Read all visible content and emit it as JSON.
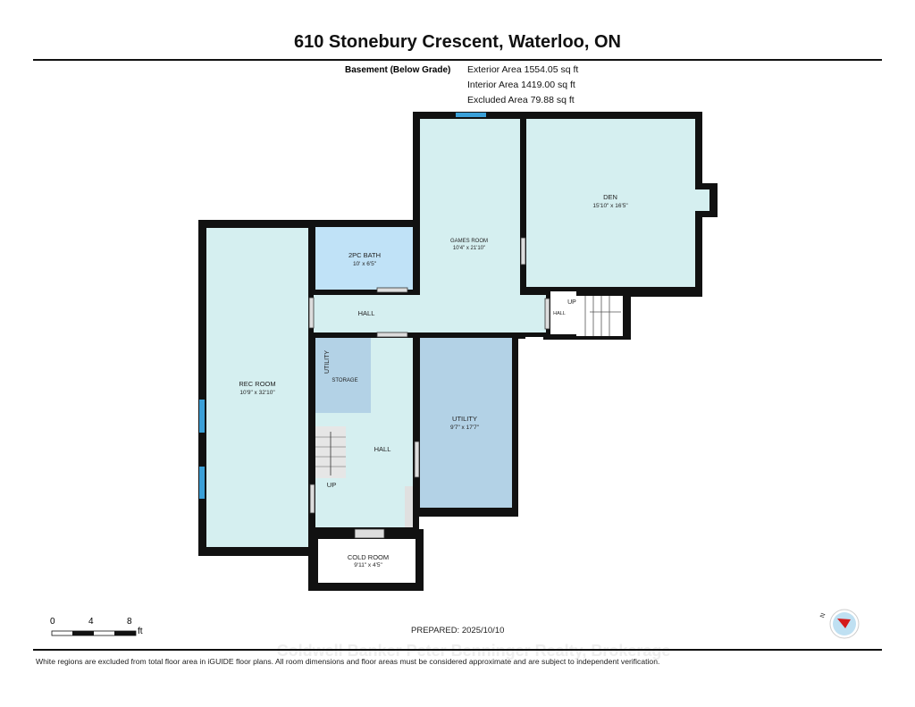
{
  "title": "610 Stonebury Crescent, Waterloo, ON",
  "floor": {
    "name": "Basement (Below Grade)",
    "exterior_area": "Exterior Area 1554.05 sq ft",
    "interior_area": "Interior Area 1419.00 sq ft",
    "excluded_area": "Excluded Area 79.88 sq ft"
  },
  "rooms": {
    "rec_room": {
      "name": "REC ROOM",
      "dims": "10'9\" x 32'10\""
    },
    "bath": {
      "name": "2PC BATH",
      "dims": "10' x 6'5\""
    },
    "games_room": {
      "name": "GAMES ROOM",
      "dims": "10'4\" x 21'10\""
    },
    "den": {
      "name": "DEN",
      "dims": "15'10\" x 16'5\""
    },
    "hall_main": {
      "name": "HALL"
    },
    "hall_small": {
      "name": "HALL"
    },
    "stairs_up_right": {
      "name": "UP"
    },
    "utility_storage": {
      "name": "UTILITY",
      "sub": "STORAGE"
    },
    "hall_lower": {
      "name": "HALL"
    },
    "stairs_up_left": {
      "name": "UP"
    },
    "utility": {
      "name": "UTILITY",
      "dims": "9'7\" x 17'7\""
    },
    "cold_room": {
      "name": "COLD ROOM",
      "dims": "9'11\" x 4'5\""
    }
  },
  "scale": {
    "ticks": [
      "0",
      "4",
      "8"
    ],
    "unit": "ft"
  },
  "prepared": "PREPARED: 2025/10/10",
  "compass": {
    "label": "N",
    "icon": "north-arrow-icon"
  },
  "watermark": "Coldwell Banker Peter Benninger Realty, Brokerage",
  "footer": "White regions are excluded from total floor area in iGUIDE floor plans. All room dimensions and floor areas must be considered approximate and are subject to independent verification.",
  "colors": {
    "room": "#d5eff0",
    "bath": "#c0e2f7",
    "utility": "#b3d2e6",
    "wall": "#111111",
    "window": "#3aa0d8"
  }
}
